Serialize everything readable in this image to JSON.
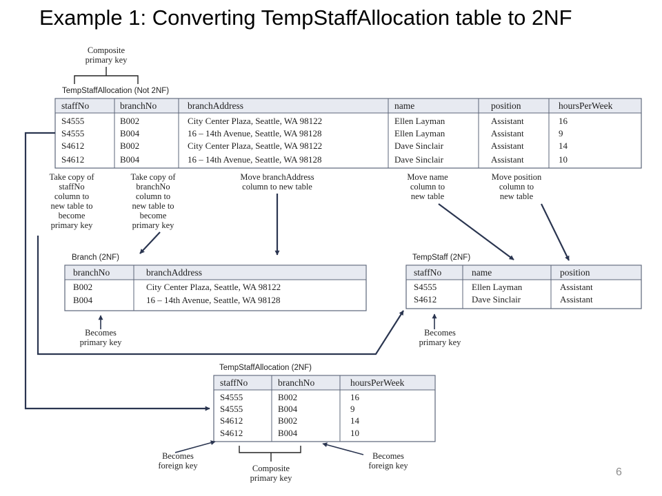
{
  "slide": {
    "title": "Example 1: Converting TempStaffAllocation table to 2NF",
    "page_number": "6"
  },
  "diagram": {
    "top_caption": [
      "Composite",
      "primary key"
    ],
    "t1": {
      "title": "TempStaffAllocation (Not 2NF)",
      "columns": [
        "staffNo",
        "branchNo",
        "branchAddress",
        "name",
        "position",
        "hoursPerWeek"
      ],
      "rows": [
        [
          "S4555",
          "B002",
          "City Center Plaza, Seattle, WA 98122",
          "Ellen Layman",
          "Assistant",
          "16"
        ],
        [
          "S4555",
          "B004",
          "16 – 14th Avenue, Seattle, WA 98128",
          "Ellen Layman",
          "Assistant",
          "9"
        ],
        [
          "S4612",
          "B002",
          "City Center Plaza, Seattle, WA 98122",
          "Dave Sinclair",
          "Assistant",
          "14"
        ],
        [
          "S4612",
          "B004",
          "16 – 14th Avenue, Seattle, WA 98128",
          "Dave Sinclair",
          "Assistant",
          "10"
        ]
      ]
    },
    "annotations": {
      "copy_staffno": [
        "Take copy of",
        "staffNo",
        "column to",
        "new table to",
        "become",
        "primary key"
      ],
      "copy_branchno": [
        "Take copy of",
        "branchNo",
        "column to",
        "new table to",
        "become",
        "primary key"
      ],
      "move_branchaddress": [
        "Move branchAddress",
        "column to new table"
      ],
      "move_name": [
        "Move name",
        "column to",
        "new table"
      ],
      "move_position": [
        "Move position",
        "column to",
        "new table"
      ],
      "becomes_pk_branch": [
        "Becomes",
        "primary key"
      ],
      "becomes_pk_tempstaff": [
        "Becomes",
        "primary key"
      ],
      "becomes_fk_left": [
        "Becomes",
        "foreign key"
      ],
      "becomes_fk_right": [
        "Becomes",
        "foreign key"
      ],
      "composite_pk_bottom": [
        "Composite",
        "primary key"
      ]
    },
    "t2": {
      "title": "Branch (2NF)",
      "columns": [
        "branchNo",
        "branchAddress"
      ],
      "rows": [
        [
          "B002",
          "City Center Plaza, Seattle, WA 98122"
        ],
        [
          "B004",
          "16 – 14th Avenue, Seattle, WA 98128"
        ]
      ]
    },
    "t3": {
      "title": "TempStaff (2NF)",
      "columns": [
        "staffNo",
        "name",
        "position"
      ],
      "rows": [
        [
          "S4555",
          "Ellen Layman",
          "Assistant"
        ],
        [
          "S4612",
          "Dave Sinclair",
          "Assistant"
        ]
      ]
    },
    "t4": {
      "title": "TempStaffAllocation (2NF)",
      "columns": [
        "staffNo",
        "branchNo",
        "hoursPerWeek"
      ],
      "rows": [
        [
          "S4555",
          "B002",
          "16"
        ],
        [
          "S4555",
          "B004",
          "9"
        ],
        [
          "S4612",
          "B002",
          "14"
        ],
        [
          "S4612",
          "B004",
          "10"
        ]
      ]
    }
  }
}
